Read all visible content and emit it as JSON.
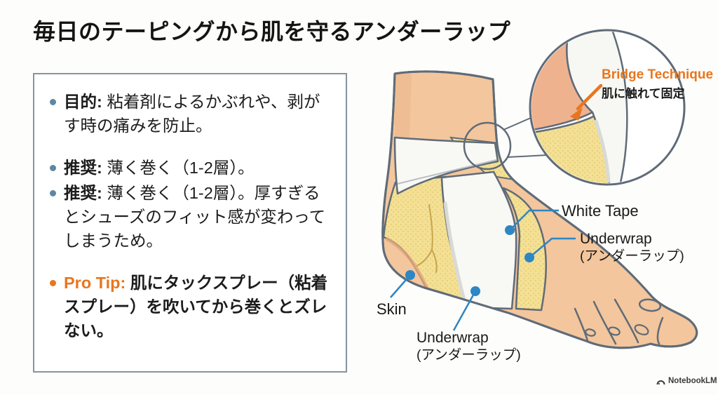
{
  "title": "毎日のテーピングから肌を守るアンダーラップ",
  "info_box": {
    "bullets": [
      {
        "label": "目的:",
        "text": " 粘着剤によるかぶれや、剥がす時の痛みを防止。",
        "accent": "blue"
      },
      {
        "label": "推奨:",
        "text": " 薄く巻く（1-2層）。",
        "accent": "blue"
      },
      {
        "label": "推奨:",
        "text": " 薄く巻く（1-2層）。厚すぎるとシューズのフィット感が変わってしまうため。",
        "accent": "blue"
      },
      {
        "label": "Pro Tip:",
        "text": " 肌にタックスプレー（粘着スプレー）を吹いてから巻くとズレない。",
        "accent": "orange"
      }
    ]
  },
  "diagram": {
    "callout": {
      "title": "Bridge Technique",
      "subtitle": "肌に触れて固定"
    },
    "labels": {
      "white_tape": "White Tape",
      "underwrap_en": "Underwrap",
      "underwrap_ja": "(アンダーラップ)",
      "skin": "Skin"
    }
  },
  "watermark": "NotebookLM",
  "colors": {
    "accent_orange": "#e8761e",
    "leader_blue": "#2e86c4",
    "bullet_blue": "#5e87a3",
    "outline_grey": "#5f6b78",
    "skin": "#f3c69d",
    "underwrap_yellow": "#f4e094",
    "tape_white": "#f8f8f5",
    "box_border": "#8494a2"
  }
}
